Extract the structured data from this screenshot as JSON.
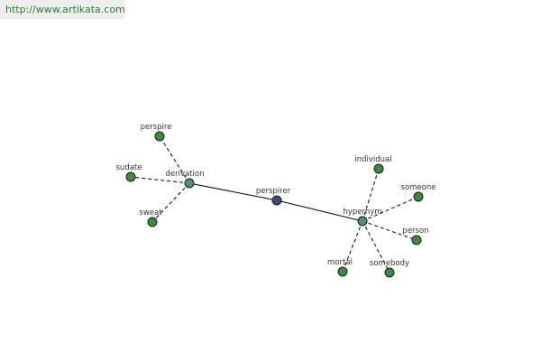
{
  "header": {
    "url": "http://www.artikata.com"
  },
  "colors": {
    "center": "#3b4d80",
    "hub": "#4f8f8a",
    "leaf": "#3e8a3e",
    "solid_edge": "#000000",
    "dashed_edge": "#000000"
  },
  "graph": {
    "center": {
      "id": "perspirer",
      "label": "perspirer"
    },
    "hubs": [
      {
        "id": "derivation",
        "label": "derivation"
      },
      {
        "id": "hypernym",
        "label": "hypernym"
      }
    ],
    "leaves": [
      {
        "id": "perspire",
        "label": "perspire",
        "hub": "derivation"
      },
      {
        "id": "sudate",
        "label": "sudate",
        "hub": "derivation"
      },
      {
        "id": "sweat",
        "label": "sweat",
        "hub": "derivation"
      },
      {
        "id": "individual",
        "label": "individual",
        "hub": "hypernym"
      },
      {
        "id": "someone",
        "label": "someone",
        "hub": "hypernym"
      },
      {
        "id": "person",
        "label": "person",
        "hub": "hypernym"
      },
      {
        "id": "somebody",
        "label": "somebody",
        "hub": "hypernym"
      },
      {
        "id": "mortal",
        "label": "mortal",
        "hub": "hypernym"
      }
    ]
  }
}
